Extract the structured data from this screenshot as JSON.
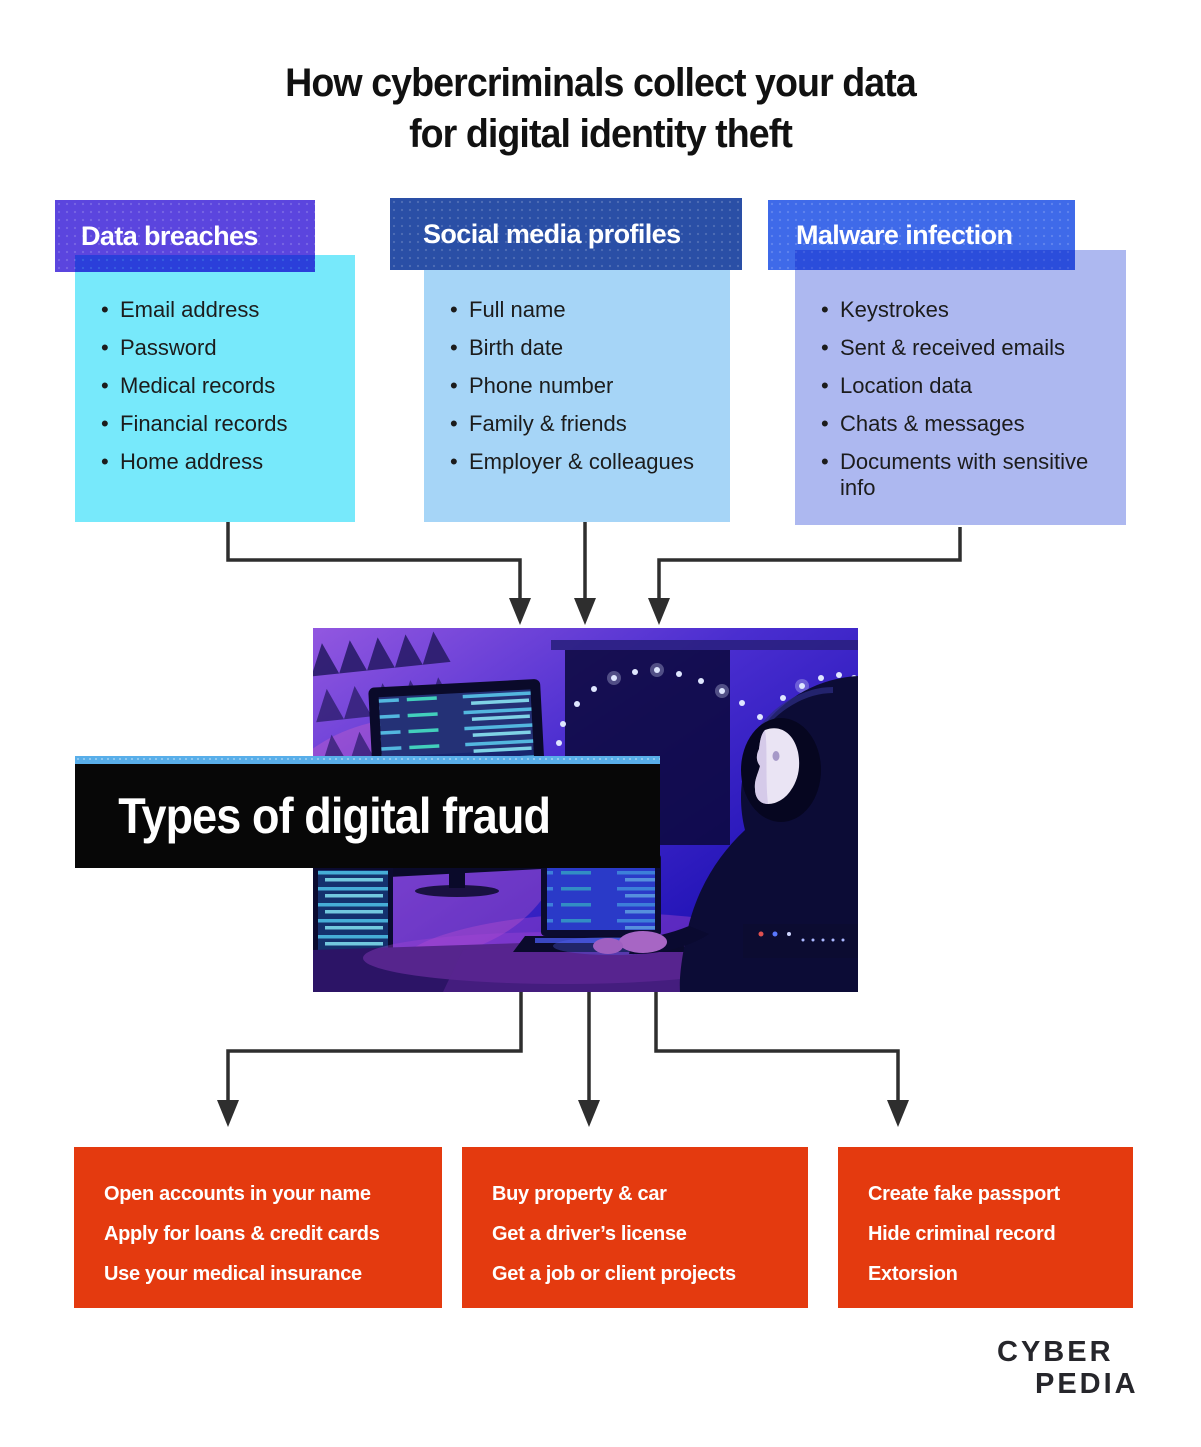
{
  "title": {
    "line1": "How cybercriminals collect your data",
    "line2": "for digital identity theft"
  },
  "sources": [
    {
      "header": "Data breaches",
      "header_color": "#5b45de",
      "box_color": "#77e9fb",
      "items": [
        "Email address",
        "Password",
        "Medical records",
        "Financial records",
        "Home address"
      ]
    },
    {
      "header": "Social media profiles",
      "header_color": "#2a4fa6",
      "box_color": "#a6d5f7",
      "items": [
        "Full name",
        "Birth date",
        "Phone number",
        "Family & friends",
        "Employer & colleagues"
      ]
    },
    {
      "header": "Malware infection",
      "header_color": "#3f6ae9",
      "box_color": "#adb8f0",
      "items": [
        "Keystrokes",
        "Sent & received emails",
        "Location data",
        "Chats & messages",
        "Documents with sensitive info"
      ]
    }
  ],
  "center": {
    "banner": "Types of digital fraud",
    "banner_bg": "#070707",
    "strip_color": "#58aee9"
  },
  "frauds": [
    {
      "box_color": "#e43a0f",
      "items": [
        "Open accounts in your name",
        "Apply for loans & credit cards",
        "Use your medical insurance"
      ]
    },
    {
      "box_color": "#e43a0f",
      "items": [
        "Buy property & car",
        "Get a driver’s license",
        "Get a job or client projects"
      ]
    },
    {
      "box_color": "#e43a0f",
      "items": [
        "Create fake passport",
        "Hide criminal record",
        "Extorsion"
      ]
    }
  ],
  "logo": {
    "line1": "CYBER",
    "line2": "PEDIA"
  },
  "colors": {
    "arrow": "#2e2e2e",
    "text": "#1c1c1c",
    "background": "#ffffff"
  }
}
